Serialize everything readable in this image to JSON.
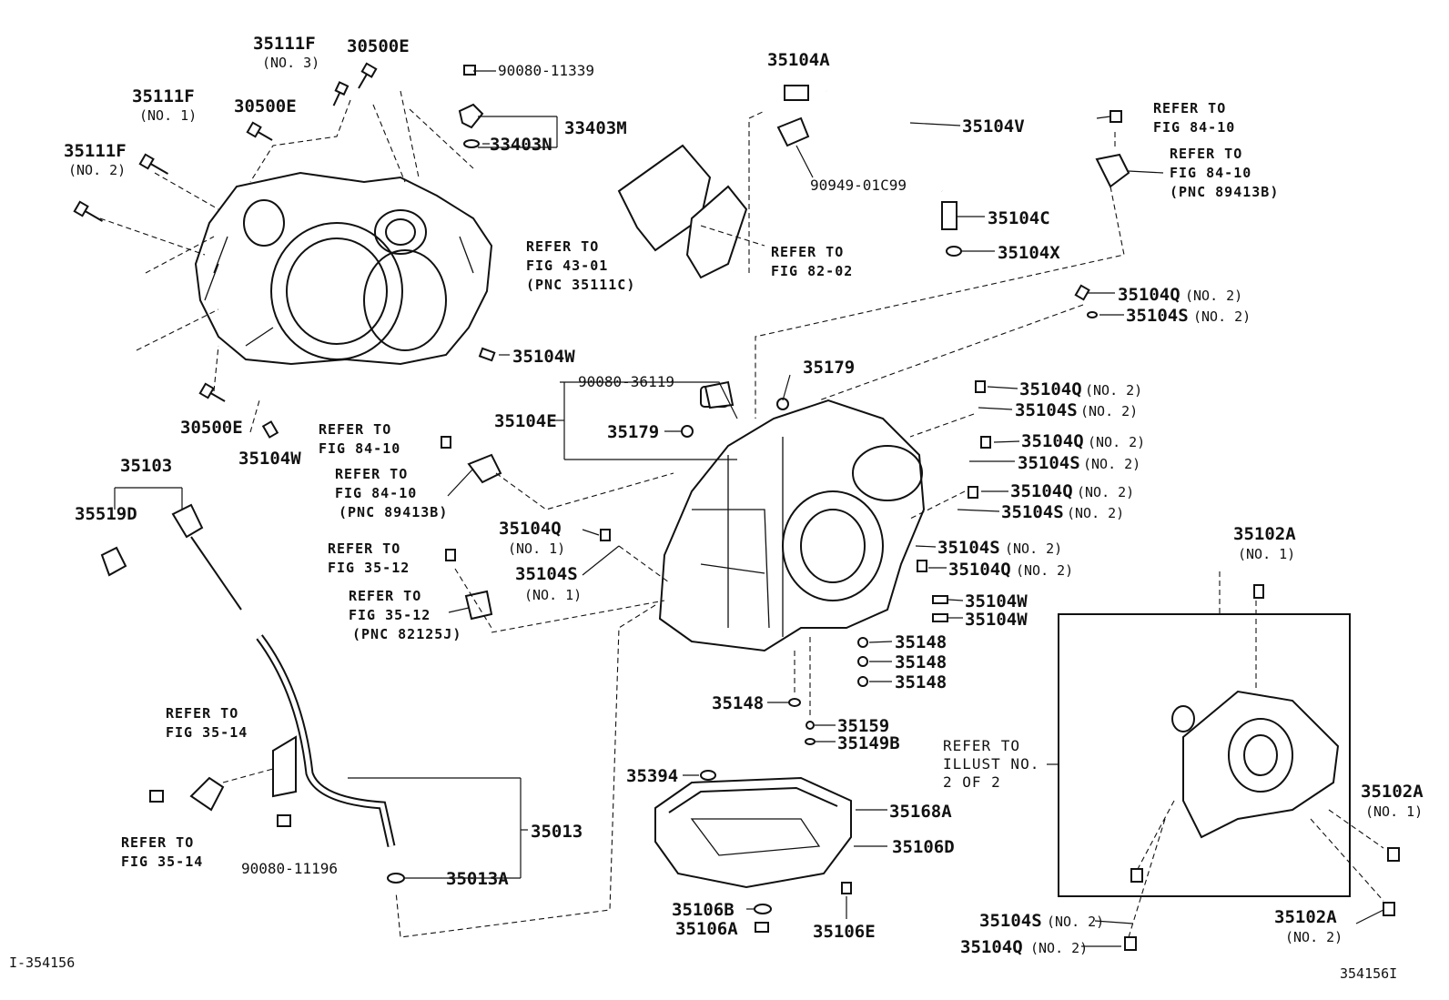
{
  "part_labels": {
    "p35111F_no3": "35111F",
    "p35111F_no3_sub": "(NO. 3)",
    "p30500E_top": "30500E",
    "p35111F_no1": "35111F",
    "p35111F_no1_sub": "(NO. 1)",
    "p30500E_mid": "30500E",
    "p35111F_no2": "35111F",
    "p35111F_no2_sub": "(NO. 2)",
    "p90080_11339": "90080-11339",
    "p33403N": "33403N",
    "p33403M": "33403M",
    "p35104A": "35104A",
    "p35104V": "35104V",
    "p90949_01C99": "90949-01C99",
    "p35104C": "35104C",
    "p35104X": "35104X",
    "p35104W_a": "35104W",
    "p30500E_bot": "30500E",
    "p35104W_b": "35104W",
    "p90080_36119": "90080-36119",
    "p35179_a": "35179",
    "p35104E": "35104E",
    "p35179_b": "35179",
    "p35103": "35103",
    "p35519D": "35519D",
    "p35104Q_no1": "35104Q",
    "p35104Q_no1_sub": "(NO. 1)",
    "p35104S_no1": "35104S",
    "p35104S_no1_sub": "(NO. 1)",
    "p35104Q_r1": "35104Q",
    "p35104Q_r1_sub": "(NO. 2)",
    "p35104S_r1": "35104S",
    "p35104S_r1_sub": "(NO. 2)",
    "p35104Q_r2": "35104Q",
    "p35104Q_r2_sub": "(NO. 2)",
    "p35104S_r2": "35104S",
    "p35104S_r2_sub": "(NO. 2)",
    "p35104Q_r3": "35104Q",
    "p35104Q_r3_sub": "(NO. 2)",
    "p35104S_r3": "35104S",
    "p35104S_r3_sub": "(NO. 2)",
    "p35104Q_r4": "35104Q",
    "p35104Q_r4_sub": "(NO. 2)",
    "p35104S_r4": "35104S",
    "p35104S_r4_sub": "(NO. 2)",
    "p35104S_r5": "35104S",
    "p35104S_r5_sub": "(NO. 2)",
    "p35104Q_r5": "35104Q",
    "p35104Q_r5_sub": "(NO. 2)",
    "p35104W_c": "35104W",
    "p35104W_d": "35104W",
    "p35148_a": "35148",
    "p35148_b": "35148",
    "p35148_c": "35148",
    "p35148_d": "35148",
    "p35159": "35159",
    "p35149B": "35149B",
    "p35102A_top": "35102A",
    "p35102A_top_sub": "(NO. 1)",
    "p35102A_mid": "35102A",
    "p35102A_mid_sub": "(NO. 1)",
    "p35102A_bot": "35102A",
    "p35102A_bot_sub": "(NO. 2)",
    "p35394": "35394",
    "p35168A": "35168A",
    "p35106D": "35106D",
    "p35106B": "35106B",
    "p35106A": "35106A",
    "p35106E": "35106E",
    "p35013": "35013",
    "p35013A": "35013A",
    "p90080_11196": "90080-11196",
    "p35104S_bot": "35104S",
    "p35104S_bot_sub": "(NO. 2)",
    "p35104Q_bot": "35104Q",
    "p35104Q_bot_sub": "(NO. 2)"
  },
  "references": {
    "r_fig84_10_a": [
      "REFER TO",
      "FIG 84-10"
    ],
    "r_fig84_10_b": [
      "REFER TO",
      "FIG 84-10",
      "(PNC 89413B)"
    ],
    "r_fig43_01": [
      "REFER TO",
      "FIG 43-01",
      "(PNC 35111C)"
    ],
    "r_fig82_02": [
      "REFER TO",
      "FIG 82-02"
    ],
    "r_fig84_10_c": [
      "REFER TO",
      "FIG 84-10"
    ],
    "r_fig84_10_d": [
      "REFER TO",
      "FIG 84-10",
      "(PNC 89413B)"
    ],
    "r_fig35_12_a": [
      "REFER TO",
      "FIG 35-12"
    ],
    "r_fig35_12_b": [
      "REFER TO",
      "FIG 35-12",
      "(PNC 82125J)"
    ],
    "r_fig35_14_a": [
      "REFER TO",
      "FIG 35-14"
    ],
    "r_fig35_14_b": [
      "REFER TO",
      "FIG 35-14"
    ],
    "r_illust": [
      "REFER TO",
      "ILLUST NO.",
      "2 OF 2"
    ]
  },
  "codes": {
    "left_code": "I-354156",
    "right_code": "354156I"
  }
}
